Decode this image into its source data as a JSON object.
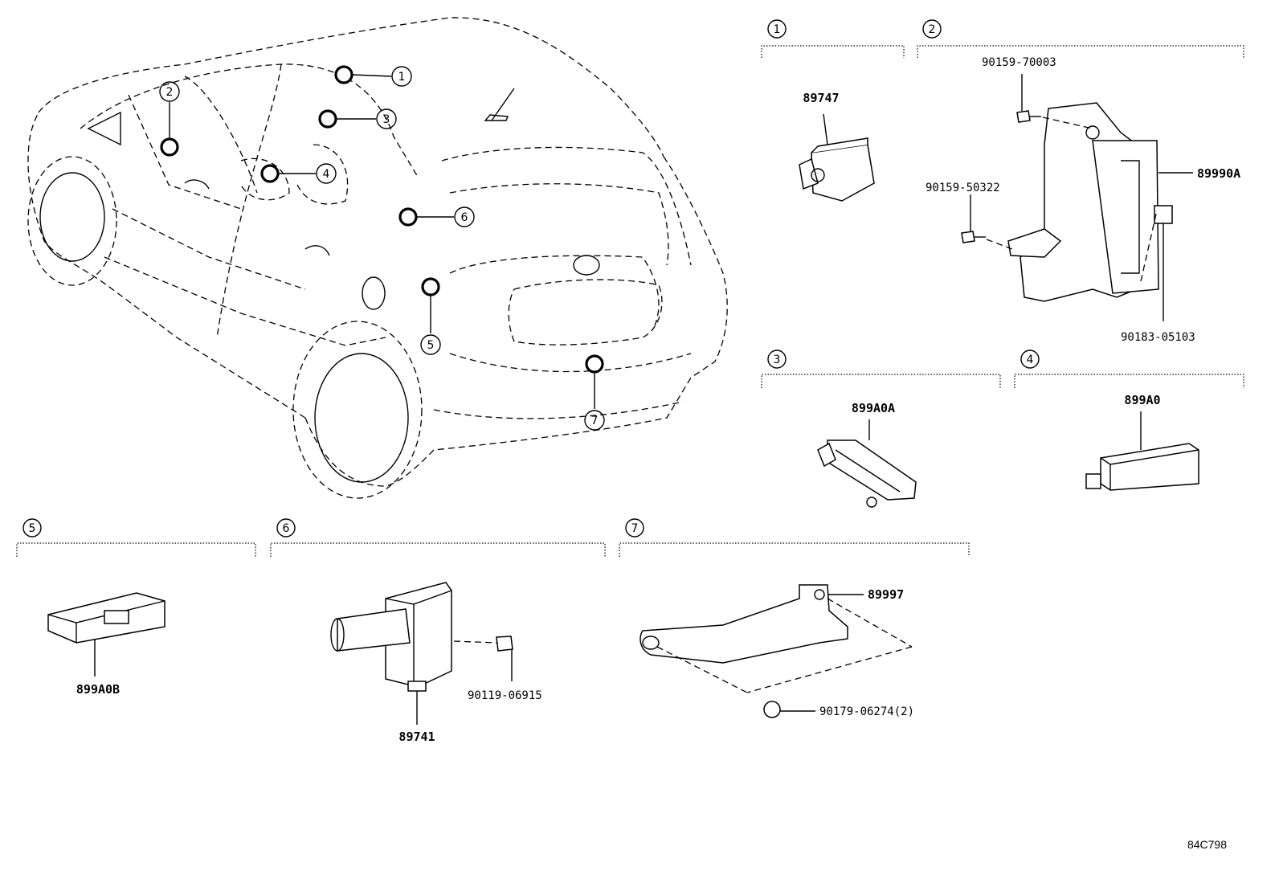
{
  "callouts": [
    "1",
    "2",
    "3",
    "4",
    "5",
    "6",
    "7"
  ],
  "sections": [
    {
      "id": "1",
      "parts": [
        "89747"
      ]
    },
    {
      "id": "2",
      "parts": [
        "90159-70003",
        "89990A",
        "90159-50322",
        "90183-05103"
      ]
    },
    {
      "id": "3",
      "parts": [
        "899A0A"
      ]
    },
    {
      "id": "4",
      "parts": [
        "899A0"
      ]
    },
    {
      "id": "5",
      "parts": [
        "899A0B"
      ]
    },
    {
      "id": "6",
      "parts": [
        "89741",
        "90119-06915"
      ]
    },
    {
      "id": "7",
      "parts": [
        "89997",
        "90179-06274(2)"
      ]
    }
  ],
  "diagram_code": "84C798"
}
